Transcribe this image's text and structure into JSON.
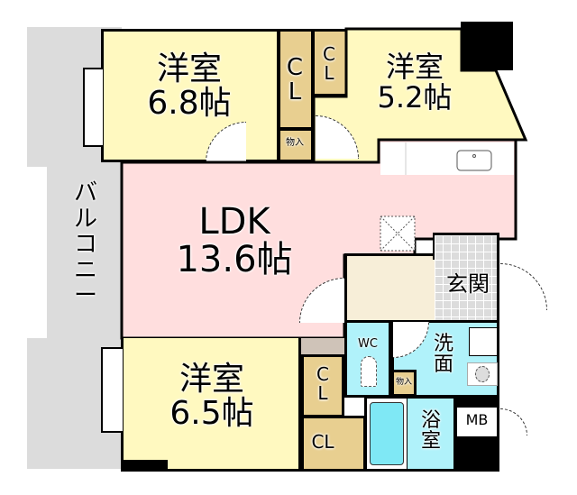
{
  "floor_plan": {
    "colors": {
      "western_room": "#fff9c0",
      "ldk": "#ffdede",
      "closet": "#e8cf90",
      "balcony": "#dcdcdc",
      "wet_area": "#b0f2fa",
      "entrance": "#dcdcdc",
      "hall": "#f7eed8",
      "wall": "#000000"
    },
    "rooms": {
      "western_1": {
        "name": "洋室",
        "size": "6.8帖"
      },
      "western_2": {
        "name": "洋室",
        "size": "5.2帖"
      },
      "western_3": {
        "name": "洋室",
        "size": "6.5帖"
      },
      "ldk": {
        "name": "LDK",
        "size": "13.6帖"
      },
      "balcony": {
        "name": "バルコニー"
      },
      "entrance": {
        "name": "玄関"
      },
      "washroom": {
        "name_top": "洗",
        "name_bottom": "面"
      },
      "bathroom": {
        "name_top": "浴",
        "name_bottom": "室"
      },
      "toilet": {
        "name": "WC"
      },
      "meter_box": {
        "name": "MB"
      }
    },
    "closets": {
      "cl_top_left": {
        "top": "C",
        "bottom": "L"
      },
      "cl_top_right": {
        "top": "C",
        "bottom": "L"
      },
      "cl_mid": {
        "top": "C",
        "bottom": "L"
      },
      "cl_bottom": {
        "label": "CL"
      },
      "storage_top": {
        "label": "物入"
      },
      "storage_wash": {
        "label": "物入"
      }
    }
  }
}
